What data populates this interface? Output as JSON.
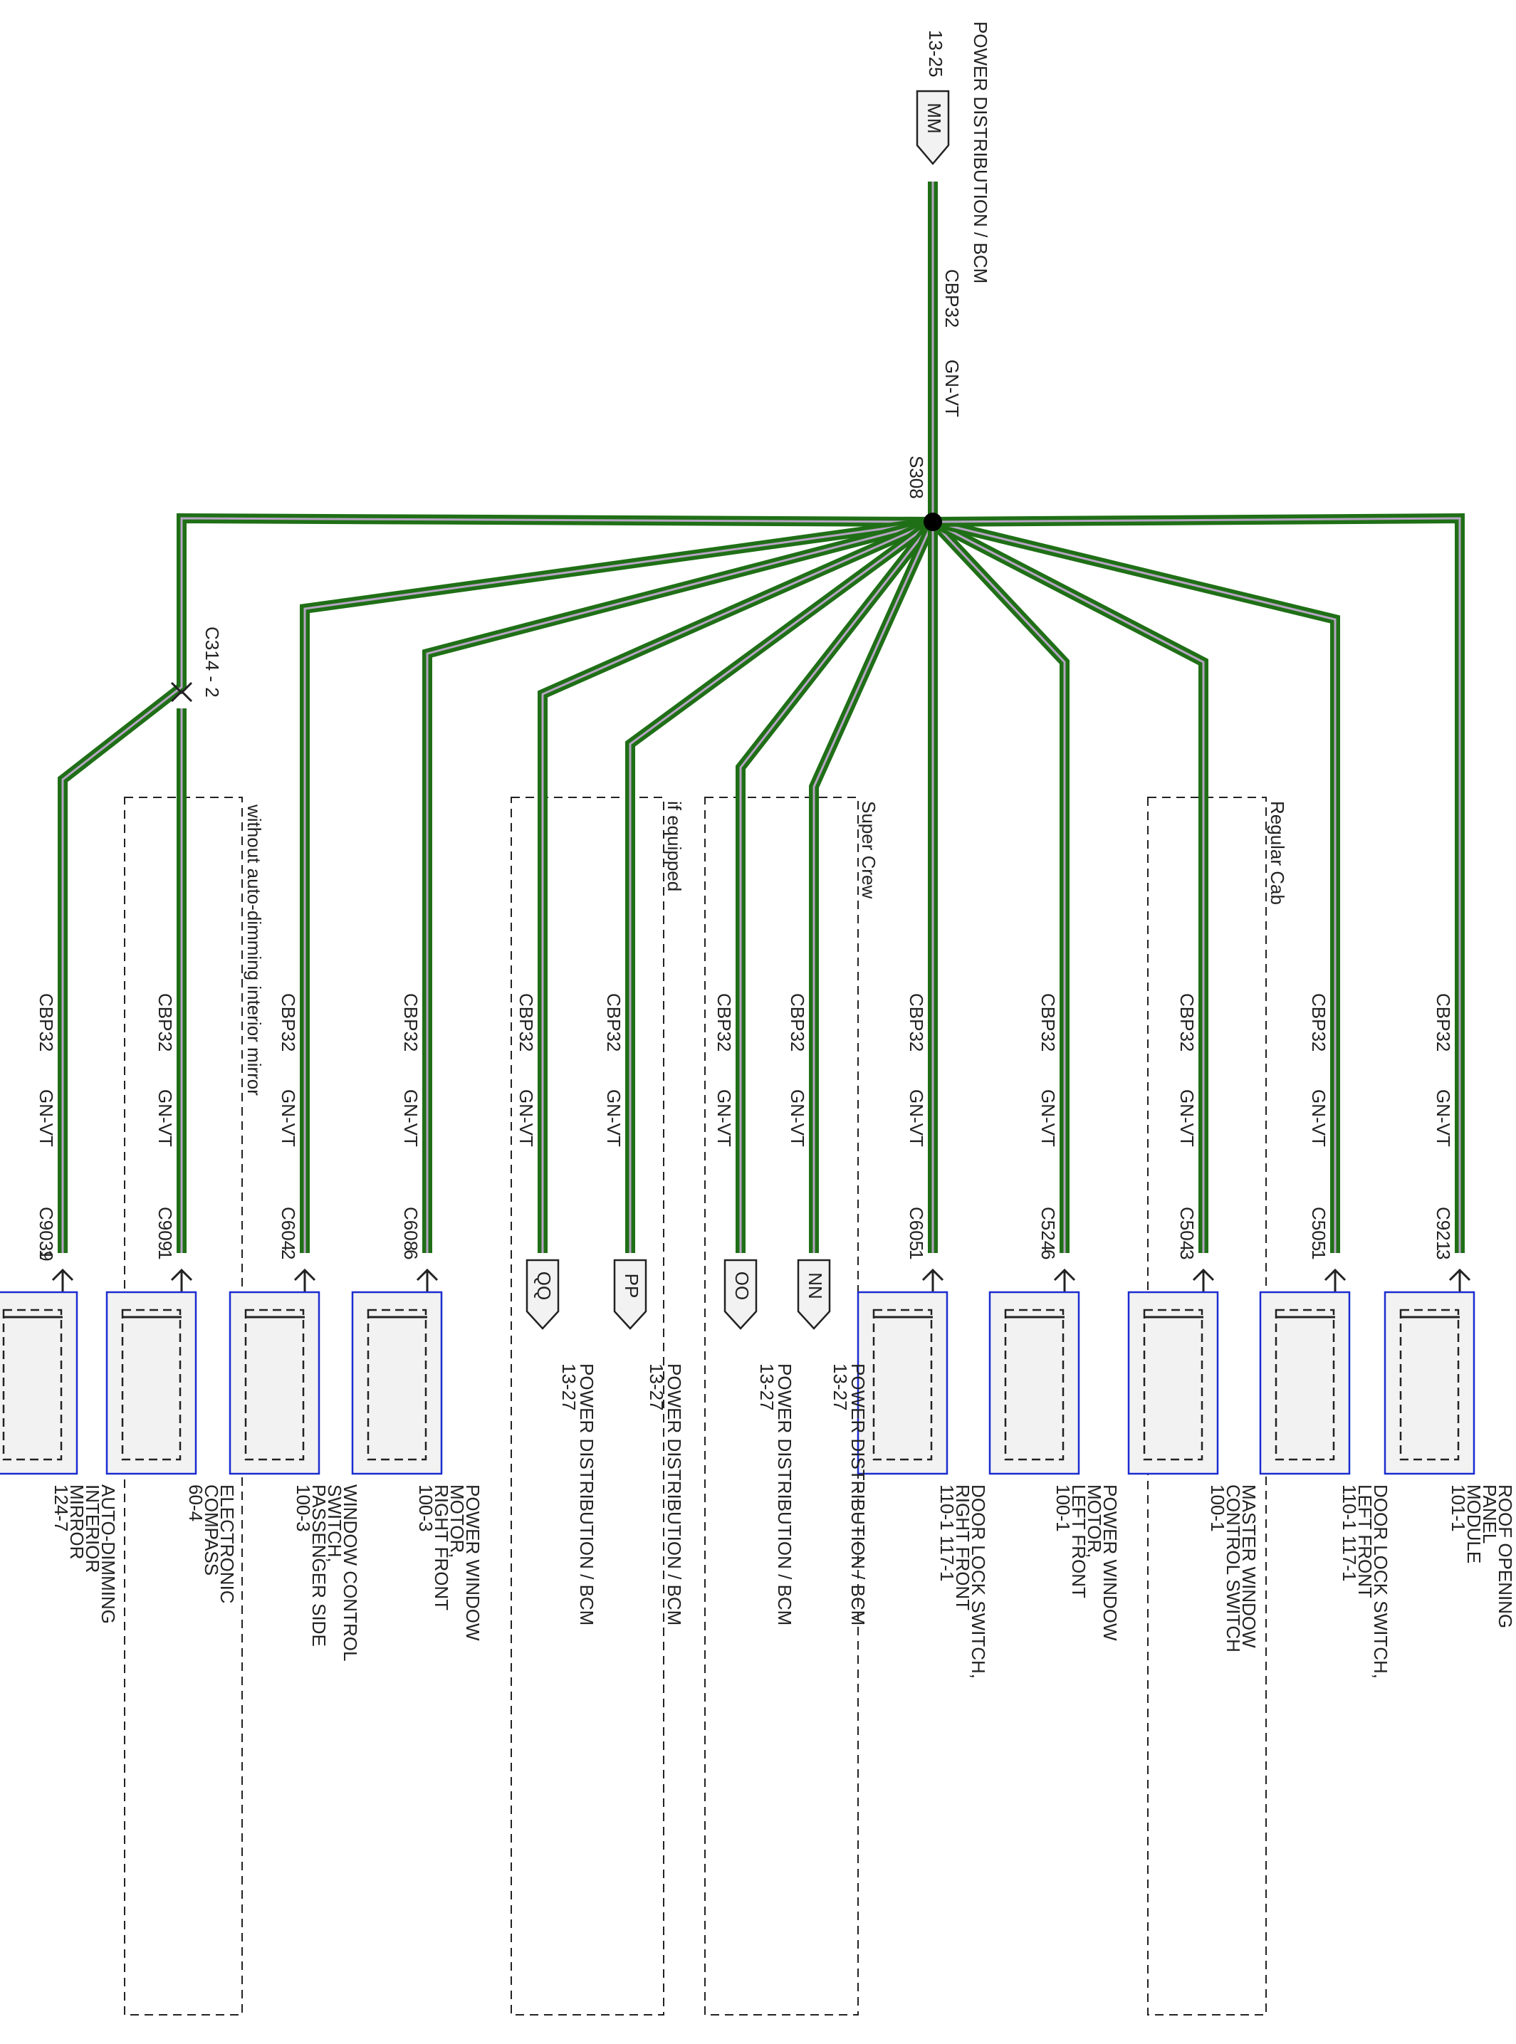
{
  "source": {
    "title": "POWER DISTRIBUTION / BCM",
    "page_ref": "13-25",
    "tag": "MM",
    "circuit": "CBP32",
    "color": "GN-VT"
  },
  "splice": {
    "label": "S308"
  },
  "inline_connector": {
    "label": "C314 - 2"
  },
  "groups": [
    {
      "label": "without auto-dimming interior mirror"
    },
    {
      "label": "if equipped"
    },
    {
      "label": "Super Crew"
    },
    {
      "label": "Regular Cab"
    }
  ],
  "wire_colors": {
    "outer": "#1f6f16",
    "inner": "#b7a4c4",
    "component_border": "#1a2cd0"
  },
  "branches": [
    {
      "circuit": "CBP32",
      "color": "GN-VT",
      "connector": "C9039",
      "pin": "1",
      "kind": "component",
      "lines": [
        "AUTO-DIMMING",
        "INTERIOR",
        "MIRROR",
        "124-7"
      ]
    },
    {
      "circuit": "CBP32",
      "color": "GN-VT",
      "connector": "C909",
      "pin": "1",
      "kind": "component",
      "lines": [
        "ELECTRONIC",
        "COMPASS",
        "60-4"
      ]
    },
    {
      "circuit": "CBP32",
      "color": "GN-VT",
      "connector": "C604",
      "pin": "2",
      "kind": "component",
      "lines": [
        "WINDOW CONTROL",
        "SWITCH,",
        "PASSENGER SIDE",
        "100-3"
      ]
    },
    {
      "circuit": "CBP32",
      "color": "GN-VT",
      "connector": "C608",
      "pin": "6",
      "kind": "component",
      "lines": [
        "POWER WINDOW",
        "MOTOR,",
        "RIGHT FRONT",
        "100-3"
      ]
    },
    {
      "circuit": "CBP32",
      "color": "GN-VT",
      "tag": "QQ",
      "kind": "offpage",
      "lines": [
        "POWER DISTRIBUTION / BCM",
        "13-27"
      ]
    },
    {
      "circuit": "CBP32",
      "color": "GN-VT",
      "tag": "PP",
      "kind": "offpage",
      "lines": [
        "POWER DISTRIBUTION / BCM",
        "13-27"
      ]
    },
    {
      "circuit": "CBP32",
      "color": "GN-VT",
      "tag": "OO",
      "kind": "offpage",
      "lines": [
        "POWER DISTRIBUTION / BCM",
        "13-27"
      ]
    },
    {
      "circuit": "CBP32",
      "color": "GN-VT",
      "tag": "NN",
      "kind": "offpage",
      "lines": [
        "POWER DISTRIBUTION / BCM",
        "13-27"
      ]
    },
    {
      "circuit": "CBP32",
      "color": "GN-VT",
      "connector": "C605",
      "pin": "1",
      "kind": "component",
      "lines": [
        "DOOR LOCK SWITCH,",
        "RIGHT FRONT",
        "110-1       117-1"
      ]
    },
    {
      "circuit": "CBP32",
      "color": "GN-VT",
      "connector": "C524",
      "pin": "6",
      "kind": "component",
      "lines": [
        "POWER WINDOW",
        "MOTOR,",
        "LEFT FRONT",
        "100-1"
      ]
    },
    {
      "circuit": "CBP32",
      "color": "GN-VT",
      "connector": "C504",
      "pin": "3",
      "kind": "component",
      "lines": [
        "MASTER WINDOW",
        "CONTROL SWITCH",
        "100-1"
      ]
    },
    {
      "circuit": "CBP32",
      "color": "GN-VT",
      "connector": "C505",
      "pin": "1",
      "kind": "component",
      "lines": [
        "DOOR LOCK SWITCH,",
        "LEFT FRONT",
        "110-1       117-1"
      ]
    },
    {
      "circuit": "CBP32",
      "color": "GN-VT",
      "connector": "C921",
      "pin": "3",
      "kind": "component",
      "lines": [
        "ROOF OPENING",
        "PANEL",
        "MODULE",
        "101-1"
      ]
    }
  ]
}
